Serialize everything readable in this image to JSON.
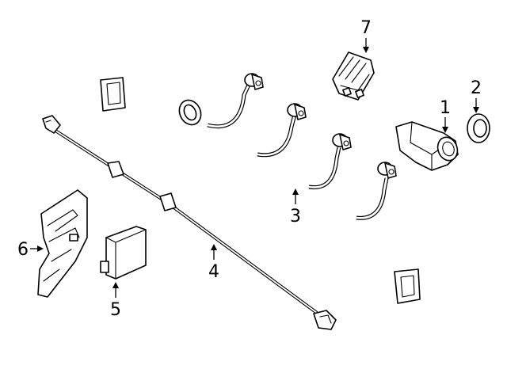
{
  "callouts": [
    {
      "id": "1",
      "part": "parking-sensor"
    },
    {
      "id": "2",
      "part": "sensor-retainer-ring"
    },
    {
      "id": "3",
      "part": "bumper-sensor-harness"
    },
    {
      "id": "4",
      "part": "connecting-cable"
    },
    {
      "id": "5",
      "part": "control-module"
    },
    {
      "id": "6",
      "part": "mounting-bracket"
    },
    {
      "id": "7",
      "part": "connector-housing"
    }
  ],
  "colors": {
    "ink": "#000000",
    "background": "#ffffff"
  }
}
